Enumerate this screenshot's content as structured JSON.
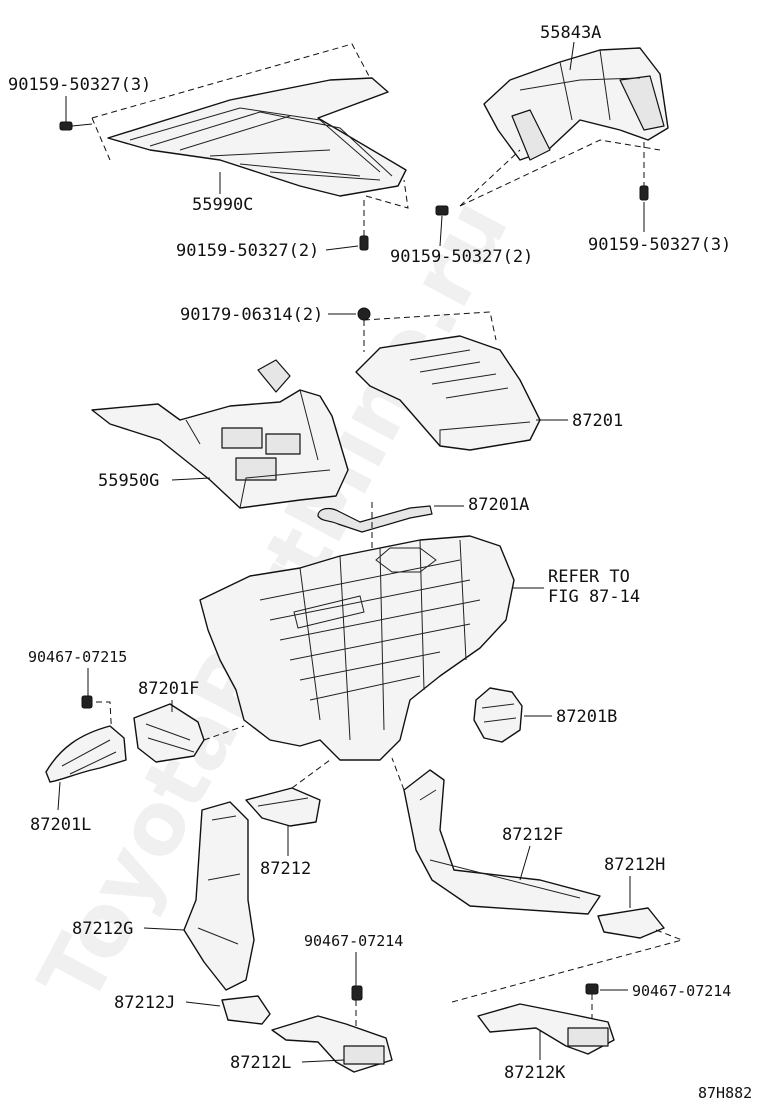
{
  "watermark": "ToyotaPartMine.ru",
  "figure_code": "87H882",
  "labels": {
    "p55843A": "55843A",
    "p90159_3_left": "90159-50327(3)",
    "p55990C": "55990C",
    "p90159_2_a": "90159-50327(2)",
    "p90159_2_b": "90159-50327(2)",
    "p90159_3_right": "90159-50327(3)",
    "p90179": "90179-06314(2)",
    "p87201": "87201",
    "p55950G": "55950G",
    "p87201A": "87201A",
    "refer_line1": "REFER TO",
    "refer_line2": "FIG 87-14",
    "p90467_07215": "90467-07215",
    "p87201F": "87201F",
    "p87201B": "87201B",
    "p87201L": "87201L",
    "p87212": "87212",
    "p87212F": "87212F",
    "p87212H": "87212H",
    "p87212G": "87212G",
    "p90467_07214_a": "90467-07214",
    "p90467_07214_b": "90467-07214",
    "p87212J": "87212J",
    "p87212L": "87212L",
    "p87212K": "87212K"
  }
}
